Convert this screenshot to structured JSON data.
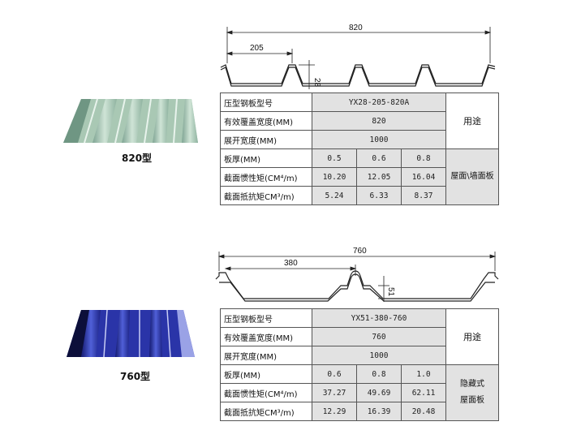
{
  "panel1": {
    "dims": {
      "total_width": "820",
      "pitch": "205",
      "height": "28"
    },
    "caption": "820型",
    "table": {
      "model_label": "压型钢板型号",
      "model_value": "YX28-205-820A",
      "coverage_label": "有效覆盖宽度(MM)",
      "coverage_value": "820",
      "unfold_label": "展开宽度(MM)",
      "unfold_value": "1000",
      "usage_label": "用途",
      "thickness_label": "板厚(MM)",
      "thickness_values": [
        "0.5",
        "0.6",
        "0.8"
      ],
      "inertia_label": "截面惯性矩(CM⁴/m)",
      "inertia_values": [
        "10.20",
        "12.05",
        "16.04"
      ],
      "resist_label": "截面抵抗矩CM³/m)",
      "resist_values": [
        "5.24",
        "6.33",
        "8.37"
      ],
      "usage_value": "屋面\\墙面板"
    }
  },
  "panel2": {
    "dims": {
      "total_width": "760",
      "pitch": "380",
      "height": "51"
    },
    "caption": "760型",
    "table": {
      "model_label": "压型钢板型号",
      "model_value": "YX51-380-760",
      "coverage_label": "有效覆盖宽度(MM)",
      "coverage_value": "760",
      "unfold_label": "展开宽度(MM)",
      "unfold_value": "1000",
      "usage_label": "用途",
      "thickness_label": "板厚(MM)",
      "thickness_values": [
        "0.6",
        "0.8",
        "1.0"
      ],
      "inertia_label": "截面惯性矩(CM⁴/m)",
      "inertia_values": [
        "37.27",
        "49.69",
        "62.11"
      ],
      "resist_label": "截面抵抗矩CM³/m)",
      "resist_values": [
        "12.29",
        "16.39",
        "20.48"
      ],
      "usage_value_1": "隐藏式",
      "usage_value_2": "屋面板"
    }
  }
}
